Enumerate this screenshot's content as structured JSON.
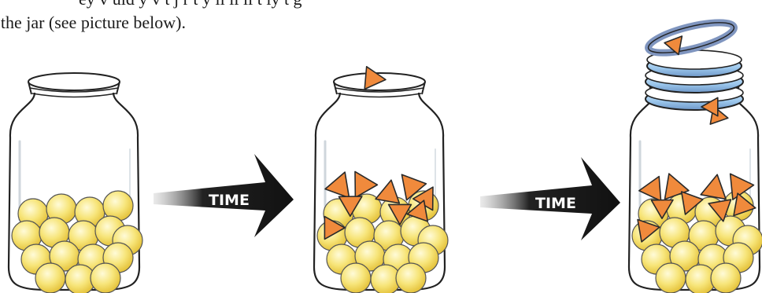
{
  "text": {
    "line1": "ey v  uld    y v   t   j r      t y ll  ll         ll  t  ly    t   g",
    "line2": "f the jar (see picture below)."
  },
  "arrows": [
    {
      "label": "TIME"
    },
    {
      "label": "TIME"
    }
  ],
  "colors": {
    "ball_fill": "#f7e25e",
    "triangle_fill": "#f08a3c",
    "ring_fill": "#a9d0ef",
    "ring_dark": "#7f95bf",
    "arrow_fill": "#1a1a1a",
    "outline": "#222222"
  },
  "icons": {
    "ball": "yellow-ball-icon",
    "triangle": "orange-triangle-icon",
    "ring": "blue-ring-icon"
  },
  "panels": [
    {
      "name": "jar-1",
      "balls": 15,
      "triangles": 0,
      "rings": 0
    },
    {
      "name": "jar-2",
      "balls": 15,
      "triangles": 9,
      "rings": 0
    },
    {
      "name": "jar-3",
      "balls": 15,
      "triangles": 11,
      "rings": 4
    }
  ]
}
